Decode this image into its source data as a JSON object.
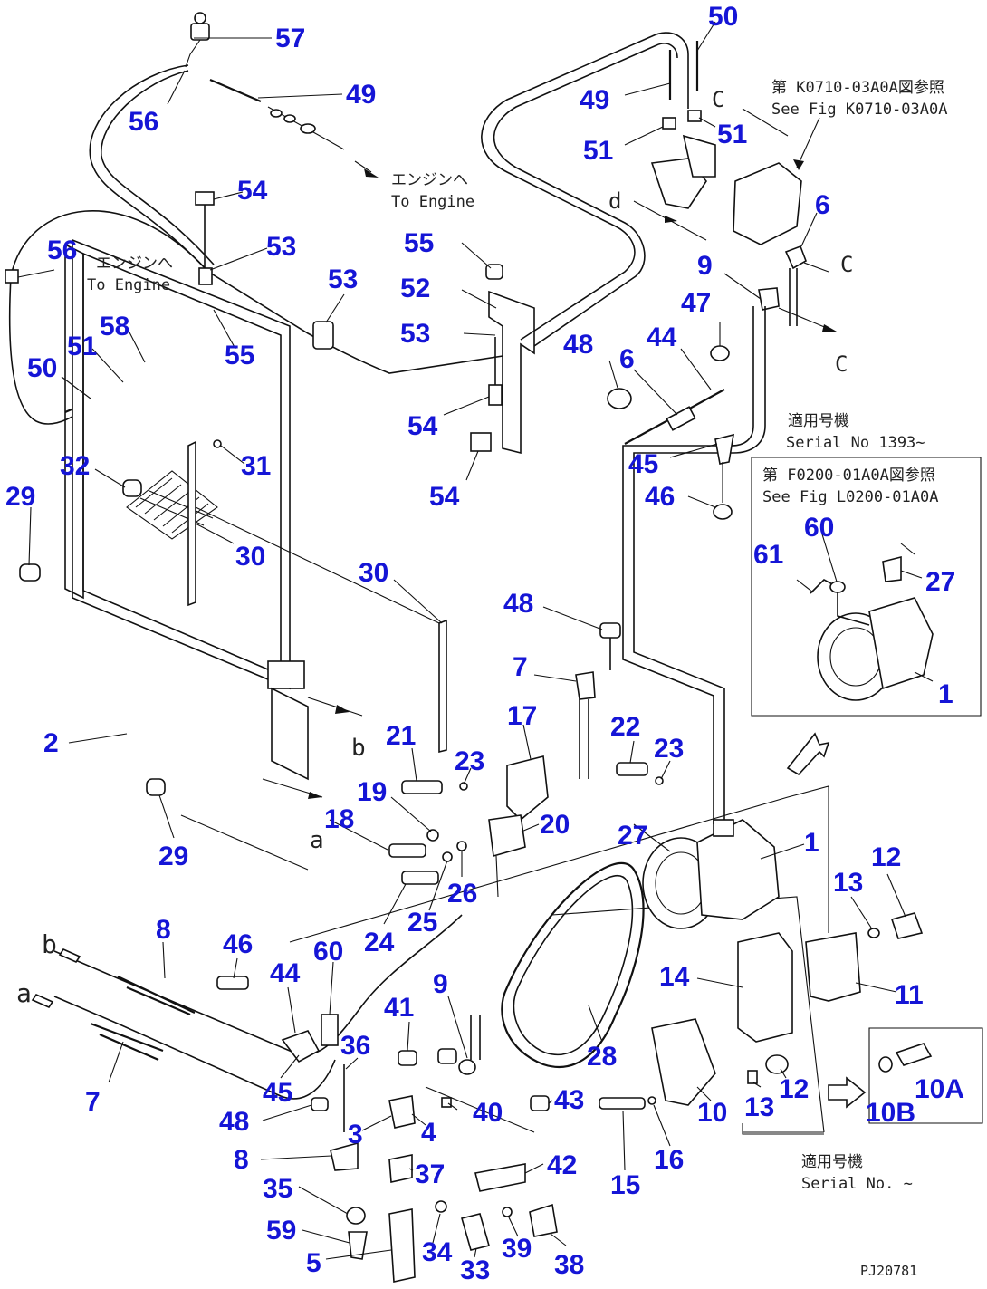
{
  "callouts": [
    "57",
    "56",
    "49",
    "50",
    "49",
    "51",
    "51",
    "6",
    "9",
    "47",
    "44",
    "48",
    "6",
    "45",
    "46",
    "54",
    "53",
    "55",
    "53",
    "53",
    "52",
    "55",
    "54",
    "54",
    "56",
    "58",
    "51",
    "50",
    "32",
    "31",
    "29",
    "30",
    "30",
    "48",
    "7",
    "17",
    "23",
    "21",
    "22",
    "23",
    "2",
    "19",
    "20",
    "27",
    "1",
    "18",
    "29",
    "26",
    "25",
    "24",
    "12",
    "13",
    "14",
    "11",
    "8",
    "46",
    "44",
    "60",
    "9",
    "41",
    "36",
    "28",
    "45",
    "7",
    "48",
    "3",
    "4",
    "40",
    "43",
    "42",
    "37",
    "8",
    "35",
    "59",
    "5",
    "34",
    "33",
    "39",
    "38",
    "15",
    "16",
    "10",
    "13",
    "12",
    "10A",
    "10B",
    "61",
    "60",
    "27",
    "1"
  ],
  "notes": {
    "ref_top_jp": "第 K0710-03A0A図参照",
    "ref_top_en": "See Fig K0710-03A0A",
    "to_engine_1_jp": "エンジンへ",
    "to_engine_1_en": "To Engine",
    "to_engine_2_jp": "エンジンへ",
    "to_engine_2_en": "To Engine",
    "serial_1_jp": "適用号機",
    "serial_1_en": "Serial No 1393~",
    "ref_inset_jp": "第 F0200-01A0A図参照",
    "ref_inset_en": "See Fig L0200-01A0A",
    "serial_2_jp": "適用号機",
    "serial_2_en": "Serial No.   ~",
    "drawing_code": "PJ20781"
  },
  "letters": [
    "C",
    "C",
    "d",
    "C",
    "b",
    "a",
    "b",
    "a"
  ]
}
